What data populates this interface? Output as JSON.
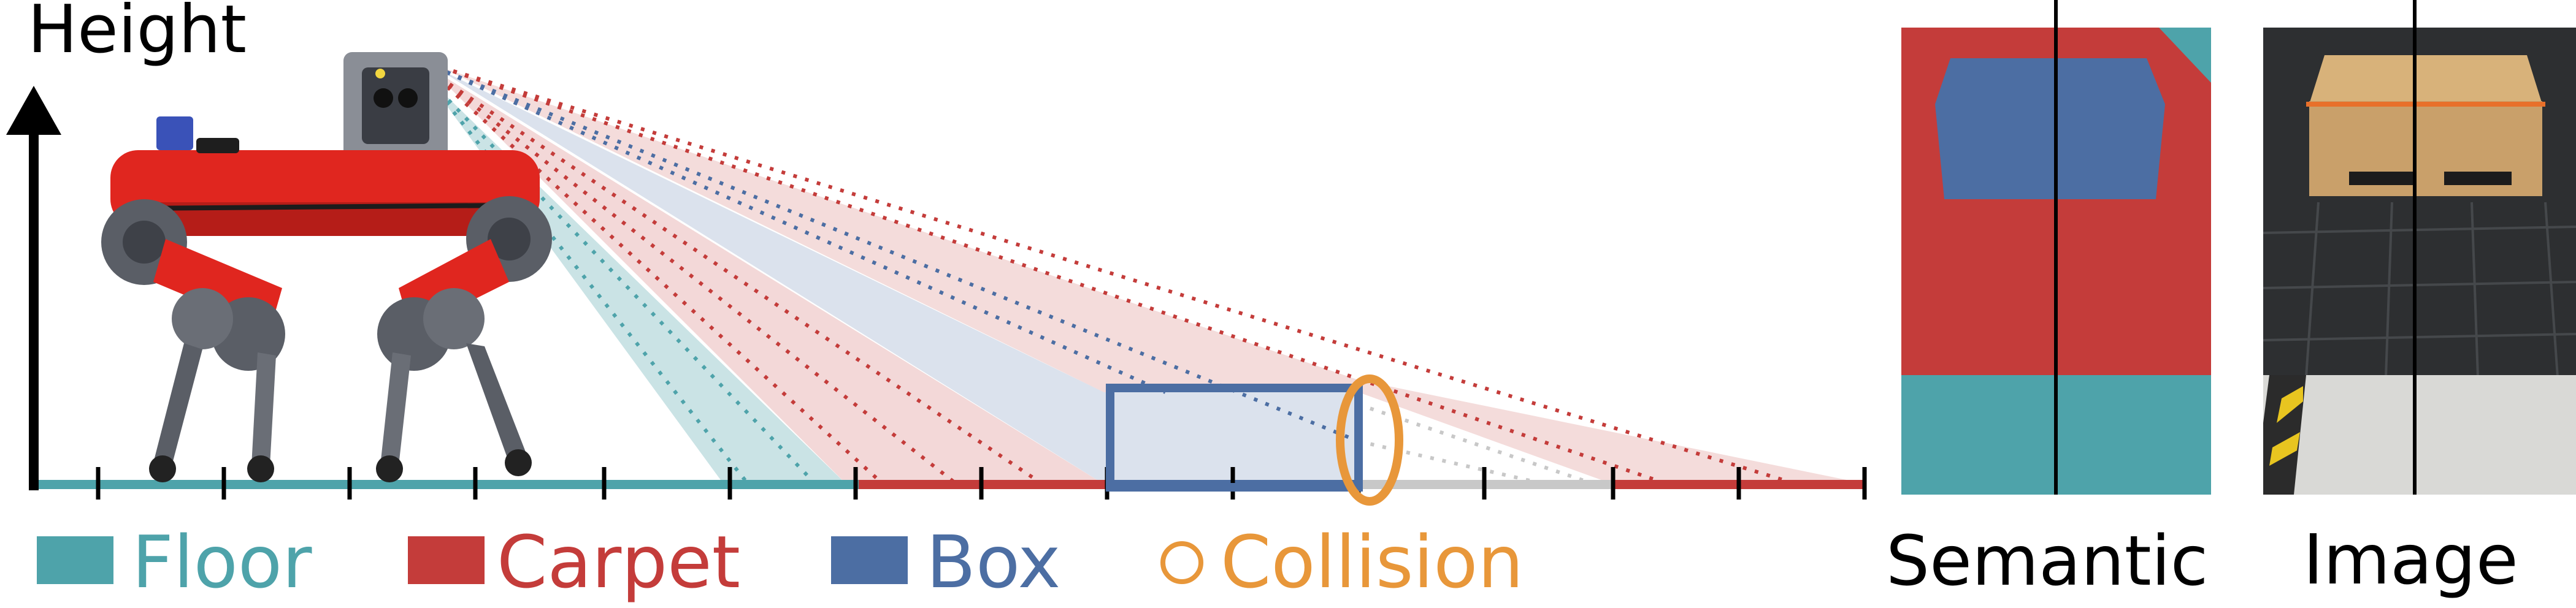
{
  "axis": {
    "y_label": "Height"
  },
  "legend": [
    {
      "label": "Floor",
      "color": "#4ea3aa"
    },
    {
      "label": "Carpet",
      "color": "#c43c3a"
    },
    {
      "label": "Box",
      "color": "#4c6ea3"
    },
    {
      "label": "Collision",
      "color": "#e8973a"
    }
  ],
  "panels": {
    "semantic_label": "Semantic",
    "image_label": "Image"
  },
  "colors": {
    "floor": "#4ea3aa",
    "carpet": "#c43c3a",
    "box": "#4c6ea3",
    "collision": "#e8973a",
    "unknown": "#c8c8c8",
    "robot_red": "#e0261f",
    "robot_grey": "#5a5e66"
  },
  "icons": [
    "robot-icon",
    "camera-sensor-icon"
  ]
}
